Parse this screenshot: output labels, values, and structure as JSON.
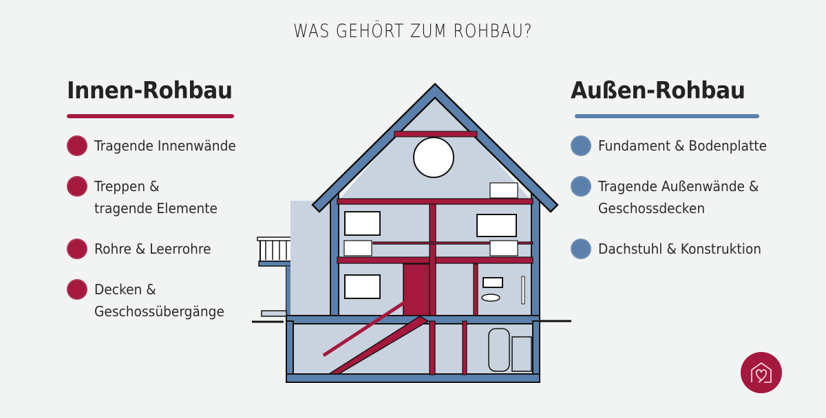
{
  "title": "WAS GEHÖRT ZUM ROHBAU?",
  "colors": {
    "background": "#f2f3f3",
    "inner_accent": "#a4193d",
    "outer_accent": "#5b80ab",
    "wall_fill": "#c9d3df",
    "outline": "#111111"
  },
  "left": {
    "heading": "Innen-Rohbau",
    "items": [
      {
        "label": "Tragende Innenwände"
      },
      {
        "label": "Treppen &\ntragende Elemente"
      },
      {
        "label": "Rohre & Leerrohre"
      },
      {
        "label": "Decken &\nGeschossübergänge"
      }
    ]
  },
  "right": {
    "heading": "Außen-Rohbau",
    "items": [
      {
        "label": "Fundament & Bodenplatte"
      },
      {
        "label": "Tragende Außenwände &\nGeschossdecken"
      },
      {
        "label": "Dachstuhl & Konstruktion"
      }
    ]
  },
  "illustration": {
    "subject": "house cross-section",
    "elements": [
      "roof",
      "attic round window",
      "radiators",
      "windows",
      "staircase",
      "balcony",
      "bathroom sink",
      "shower",
      "boiler",
      "water tank",
      "basement"
    ]
  },
  "logo": {
    "icon": "house-heart-icon"
  }
}
